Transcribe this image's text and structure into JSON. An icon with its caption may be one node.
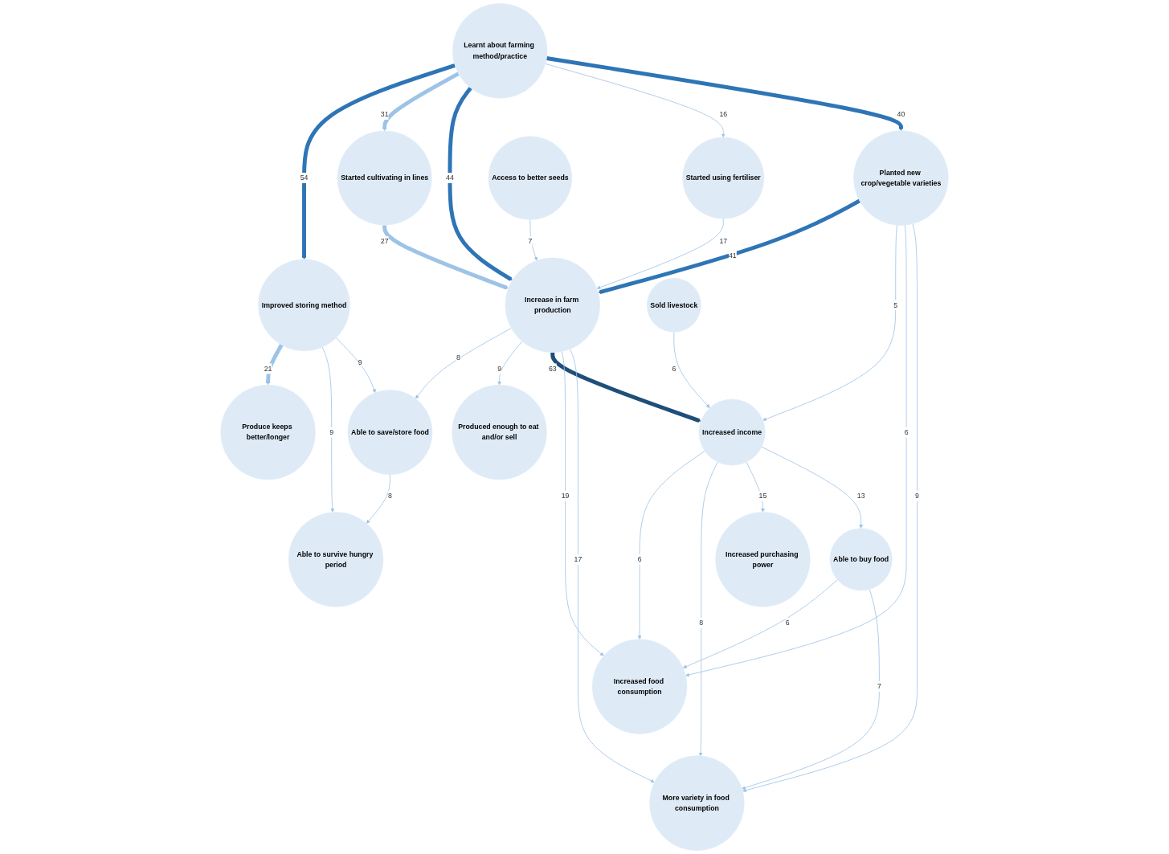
{
  "diagram": {
    "nodes": [
      {
        "text": [
          "Learnt about farming method/practice"
        ]
      },
      {
        "text": [
          "Improved storing method"
        ]
      },
      {
        "text": [
          "Planted new crop/vegetable varieties"
        ]
      },
      {
        "text": [
          "Started cultivating in lines"
        ]
      },
      {
        "text": [
          "Started using fertiliser"
        ]
      },
      {
        "text": [
          "Access to better seeds"
        ]
      },
      {
        "text": [
          "Produce keeps better/longer"
        ]
      },
      {
        "text": [
          "Increase in farm production"
        ]
      },
      {
        "text": [
          "Able to save/store food"
        ]
      },
      {
        "text": [
          "Able to survive hungry period"
        ]
      },
      {
        "text": [
          "Produced enough to eat and/or sell"
        ]
      },
      {
        "text": [
          "Increased income"
        ]
      },
      {
        "text": [
          "Increased food consumption"
        ]
      },
      {
        "text": [
          "More variety in food consumption"
        ]
      },
      {
        "text": [
          "Sold livestock"
        ]
      },
      {
        "text": [
          "Increased purchasing power"
        ]
      },
      {
        "text": [
          "Able to buy food"
        ]
      }
    ],
    "edges": [
      {
        "from": 0,
        "to": 1,
        "arrow": "to",
        "label": "54",
        "style": "thick",
        "color": "#2e75b6"
      },
      {
        "from": 0,
        "to": 3,
        "arrow": "to",
        "label": "31",
        "style": "thick"
      },
      {
        "from": 0,
        "to": 7,
        "arrow": "to",
        "label": "44",
        "style": "thick",
        "color": "#2e75b6"
      },
      {
        "from": 0,
        "to": 4,
        "arrow": "to",
        "label": "16"
      },
      {
        "from": 0,
        "to": 2,
        "arrow": "to",
        "label": "40",
        "style": "thick",
        "color": "#2e75b6"
      },
      {
        "from": 1,
        "to": 6,
        "arrow": "to",
        "label": "21",
        "style": "thick"
      },
      {
        "from": 1,
        "to": 9,
        "arrow": "to",
        "label": "9"
      },
      {
        "from": 1,
        "to": 8,
        "arrow": "to",
        "label": "9"
      },
      {
        "from": 2,
        "to": 7,
        "arrow": "to",
        "label": "41",
        "style": "thick",
        "color": "#2e75b6"
      },
      {
        "from": 2,
        "to": 11,
        "arrow": "to",
        "label": "5"
      },
      {
        "from": 2,
        "to": 12,
        "arrow": "to",
        "label": "6"
      },
      {
        "from": 2,
        "to": 13,
        "arrow": "to",
        "label": "9"
      },
      {
        "from": 3,
        "to": 7,
        "arrow": "to",
        "label": "27",
        "style": "thick"
      },
      {
        "from": 4,
        "to": 7,
        "arrow": "to",
        "label": "17"
      },
      {
        "from": 5,
        "to": 7,
        "arrow": "to",
        "label": "7"
      },
      {
        "from": 7,
        "to": 8,
        "arrow": "to",
        "label": "8"
      },
      {
        "from": 7,
        "to": 10,
        "arrow": "to",
        "label": "9"
      },
      {
        "from": 7,
        "to": 11,
        "arrow": "to",
        "label": "63",
        "style": "thick",
        "color": "#1f4e79"
      },
      {
        "from": 7,
        "to": 12,
        "arrow": "to",
        "label": "19"
      },
      {
        "from": 7,
        "to": 13,
        "arrow": "to",
        "label": "17"
      },
      {
        "from": 8,
        "to": 9,
        "arrow": "to",
        "label": "8"
      },
      {
        "from": 11,
        "to": 12,
        "arrow": "to",
        "label": "6"
      },
      {
        "from": 11,
        "to": 13,
        "arrow": "to",
        "label": "8"
      },
      {
        "from": 14,
        "to": 11,
        "arrow": "to",
        "label": "6"
      },
      {
        "from": 11,
        "to": 15,
        "arrow": "to",
        "label": "15"
      },
      {
        "from": 11,
        "to": 16,
        "arrow": "to",
        "label": "13"
      },
      {
        "from": 16,
        "to": 12,
        "arrow": "to",
        "label": "6"
      },
      {
        "from": 16,
        "to": 13,
        "arrow": "to",
        "label": "7"
      }
    ]
  }
}
